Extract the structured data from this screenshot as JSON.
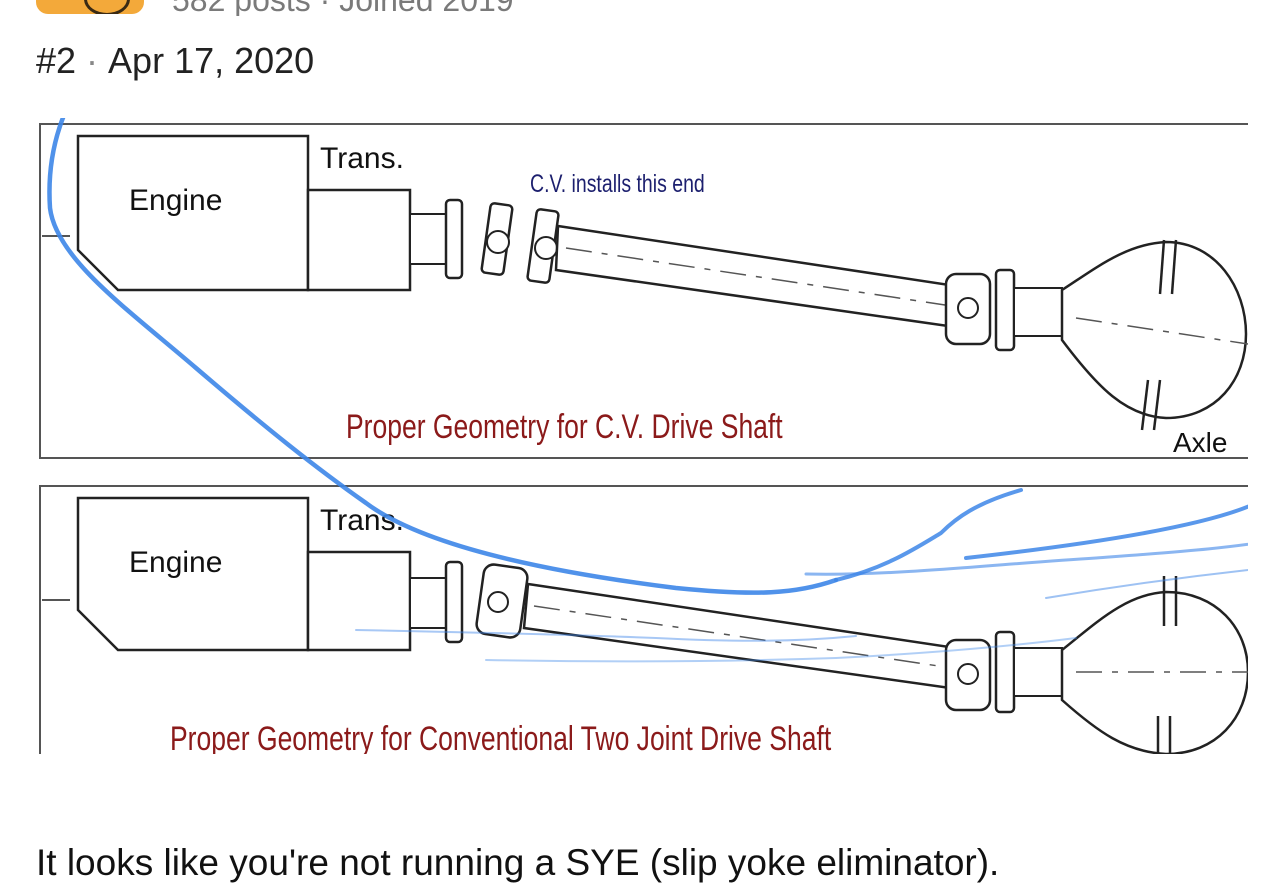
{
  "post": {
    "author_meta": "582 posts · Joined 2019",
    "number": "#2",
    "date": "Apr 17, 2020",
    "body": "It looks like you're not running a SYE (slip yoke eliminator)."
  },
  "diagram": {
    "top_panel": {
      "engine_label": "Engine",
      "trans_label": "Trans.",
      "cv_note": "C.V. installs this end",
      "caption": "Proper Geometry for C.V. Drive Shaft",
      "axle_label": "Axle"
    },
    "bottom_panel": {
      "engine_label": "Engine",
      "trans_label": "Trans.",
      "caption": "Proper Geometry for Conventional Two Joint Drive Shaft"
    }
  },
  "colors": {
    "annotation_ink": "#3d86e8",
    "caption_red": "#8b1a1a",
    "note_blue": "#1c1f6e"
  }
}
